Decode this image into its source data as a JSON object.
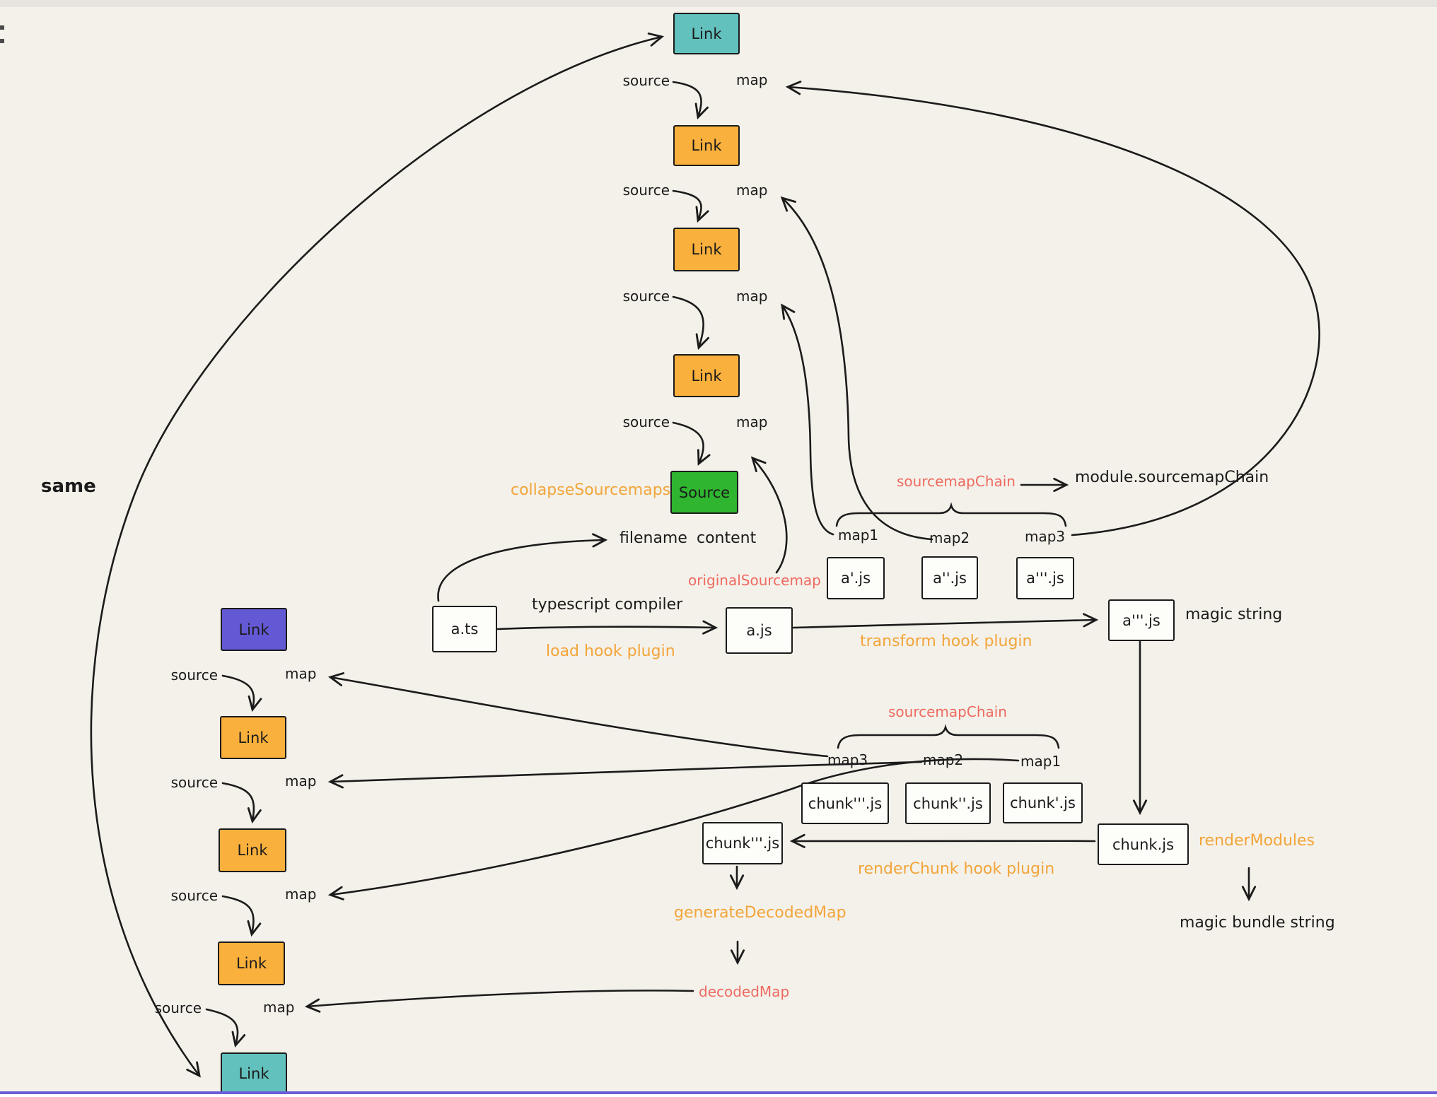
{
  "labels": {
    "link": "Link",
    "source": "source",
    "map": "map",
    "source_box": "Source",
    "same": "same",
    "collapse_sourcemaps": "collapseSourcemaps",
    "sourcemap_chain": "sourcemapChain",
    "module_sourcemap_chain": "module.sourcemapChain",
    "filename": "filename",
    "content": "content",
    "original_sourcemap": "originalSourcemap",
    "typescript_compiler": "typescript compiler",
    "load_hook_plugin": "load hook plugin",
    "transform_hook_plugin": "transform hook plugin",
    "magic_string": "magic string",
    "render_modules": "renderModules",
    "magic_bundle_string": "magic bundle string",
    "render_chunk_hook_plugin": "renderChunk hook plugin",
    "generate_decoded_map": "generateDecodedMap",
    "decoded_map": "decodedMap"
  },
  "maps": {
    "map1": "map1",
    "map2": "map2",
    "map3": "map3"
  },
  "files": {
    "a_ts": "a.ts",
    "a_js": "a.js",
    "a1_js": "a'.js",
    "a2_js": "a''.js",
    "a3_js": "a'''.js",
    "chunk_js": "chunk.js",
    "chunk1_js": "chunk'.js",
    "chunk2_js": "chunk''.js",
    "chunk3_js": "chunk'''.js"
  },
  "colors": {
    "background": "#f4f1ea",
    "topbar": "#e7e4e0",
    "bottom_line": "#6a5ed8",
    "teal_box": "#63c1bd",
    "orange_box": "#fab03c",
    "green_box": "#2fb52f",
    "purple_box": "#6459d4",
    "yellow_label": "#f2a53a",
    "red_label": "#ee6a60",
    "stroke": "#1b1b1b"
  }
}
